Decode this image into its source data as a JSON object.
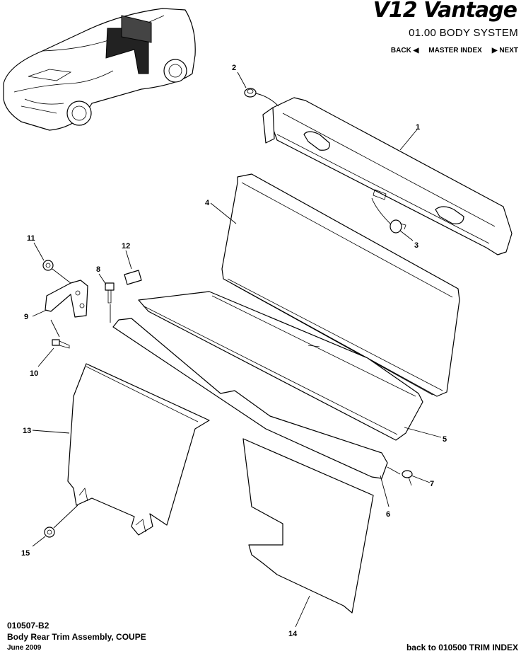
{
  "header": {
    "brand": "V12 Vantage",
    "section_title": "01.00 BODY SYSTEM",
    "nav": {
      "back": "BACK",
      "master_index": "MASTER INDEX",
      "next": "NEXT"
    }
  },
  "callouts": [
    "1",
    "2",
    "3",
    "4",
    "5",
    "6",
    "7",
    "8",
    "9",
    "10",
    "11",
    "12",
    "13",
    "14",
    "15"
  ],
  "footer": {
    "code": "010507-B2",
    "title": "Body Rear Trim Assembly, COUPE",
    "date": "June 2009",
    "trim_index_link": "back to 010500 TRIM INDEX"
  }
}
